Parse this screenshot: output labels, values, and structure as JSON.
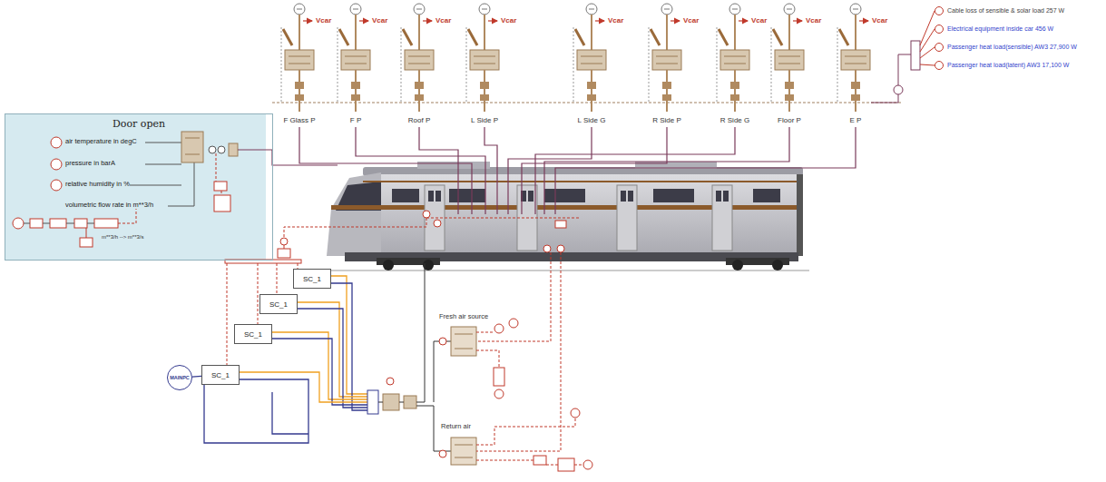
{
  "diagram": {
    "nodes": [
      {
        "text": [
          "Door open"
        ]
      },
      {
        "text": [
          "SC_1"
        ]
      },
      {
        "text": [
          "SC_1"
        ]
      },
      {
        "text": [
          "SC_1"
        ]
      },
      {
        "text": [
          "MAINPC"
        ]
      },
      {
        "text": [
          "SC_1"
        ]
      }
    ],
    "edges": [
      {
        "from": 4,
        "to": 5,
        "arrow": "none"
      }
    ],
    "labels": [
      "Cable loss of sensible & solar load 257 W",
      "Electrical equipment inside car 456 W",
      "Passenger heat load(sensible) AW3 27,900 W",
      "Passenger heat load(latent) AW3 17,100 W",
      "Vcar",
      "Vcar",
      "Vcar",
      "Vcar",
      "Vcar",
      "Vcar",
      "Vcar",
      "Vcar",
      "Vcar",
      "F Glass P",
      "F P",
      "Roof P",
      "L Side P",
      "L Side G",
      "R Side P",
      "R Side G",
      "Floor P",
      "E P",
      "air temperature in degC",
      "pressure in barA",
      "relative humidity in %",
      "volumetric flow rate in m**3/h",
      "m**3/h --> m**3/s",
      "Fresh air source",
      "Return air"
    ]
  }
}
